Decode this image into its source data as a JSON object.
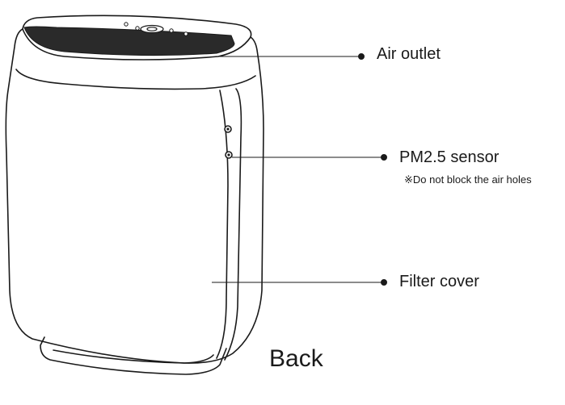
{
  "labels": {
    "air_outlet": "Air outlet",
    "pm_sensor": "PM2.5 sensor",
    "sensor_note": "※Do not block the air holes",
    "filter_cover": "Filter cover",
    "view": "Back"
  },
  "colors": {
    "line": "#1a1a1a",
    "grille": "#2a2a2a",
    "background": "#ffffff"
  },
  "icons": {
    "callout_marker": "filled-dot"
  }
}
